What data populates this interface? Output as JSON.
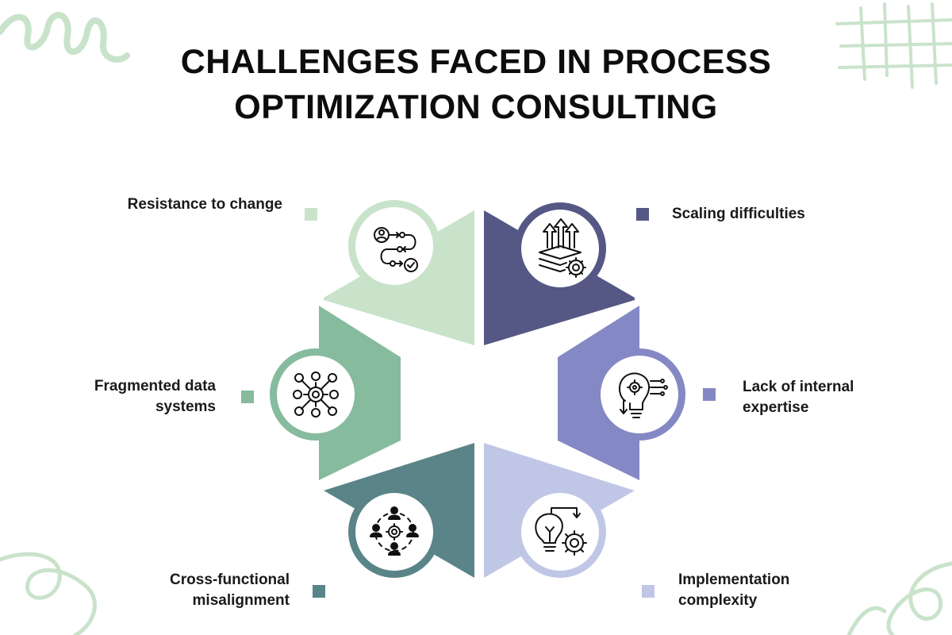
{
  "title": {
    "line1": "CHALLENGES FACED IN PROCESS",
    "line2": "OPTIMIZATION CONSULTING"
  },
  "colors": {
    "background": "#ffffff",
    "decoration": "#c9e3cb",
    "resistance": "#c9e3cb",
    "fragmented": "#86bb9e",
    "cross_functional": "#5a8487",
    "scaling": "#555784",
    "expertise": "#8488c4",
    "implementation": "#c0c7e6"
  },
  "challenges": [
    {
      "id": "resistance",
      "label": "Resistance to change",
      "icon": "workflow-icon"
    },
    {
      "id": "fragmented",
      "label": "Fragmented data systems",
      "icon": "network-hub-icon"
    },
    {
      "id": "cross_functional",
      "label": "Cross-functional misalignment",
      "icon": "team-gear-icon"
    },
    {
      "id": "scaling",
      "label": "Scaling difficulties",
      "icon": "layers-growth-icon"
    },
    {
      "id": "expertise",
      "label": "Lack of internal expertise",
      "icon": "idea-gear-bulb-icon"
    },
    {
      "id": "implementation",
      "label": "Implementation complexity",
      "icon": "bulb-gear-process-icon"
    }
  ]
}
